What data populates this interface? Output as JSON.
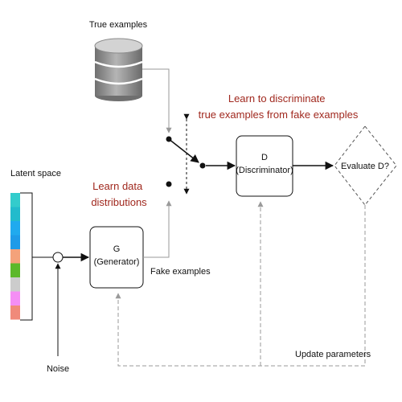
{
  "labels": {
    "true_examples": "True examples",
    "latent_space": "Latent space",
    "noise": "Noise",
    "generator_title": "G",
    "generator_sub": "(Generator)",
    "fake_examples": "Fake examples",
    "discriminator_title": "D",
    "discriminator_sub": "(Discriminator)",
    "evaluate": "Evaluate D?",
    "update_parameters": "Update parameters"
  },
  "annotations": {
    "learn_distributions": [
      "Learn data",
      "distributions"
    ],
    "learn_discriminate": [
      "Learn to discriminate",
      "true examples from fake examples"
    ]
  },
  "latent_colors": [
    "#33cccc",
    "#22bbcc",
    "#20aaee",
    "#1e9be8",
    "#f4a27a",
    "#5cb82a",
    "#cccccc",
    "#f48ef4",
    "#f08a7a"
  ],
  "colors": {
    "annotation": "#a0281e",
    "line": "#111111",
    "feedback": "#9a9a9a",
    "database": "#8a8a8a"
  }
}
